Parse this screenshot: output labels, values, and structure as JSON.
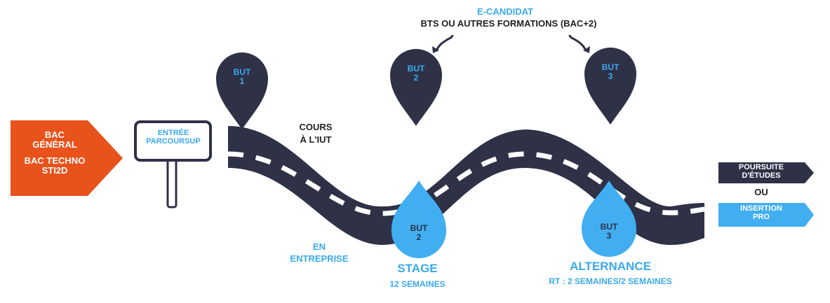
{
  "colors": {
    "road": "#2f3147",
    "accent_blue": "#41aef2",
    "bac_orange": "#e8521b",
    "dash": "#ffffff"
  },
  "bac": {
    "line1": "BAC",
    "line2": "GÉNÉRAL",
    "line3": "BAC TECHNO",
    "line4": "STI2D"
  },
  "sign": {
    "line1": "ENTRÉE",
    "line2": "PARCOURSUP"
  },
  "pins": {
    "but1": {
      "l1": "BUT",
      "l2": "1"
    },
    "but2": {
      "l1": "BUT",
      "l2": "2"
    },
    "but3": {
      "l1": "BUT",
      "l2": "3"
    }
  },
  "drops": {
    "but2": {
      "l1": "BUT",
      "l2": "2"
    },
    "but3": {
      "l1": "BUT",
      "l2": "3"
    }
  },
  "top": {
    "ecandidat": "E-CANDIDAT",
    "bts": "BTS OU AUTRES FORMATIONS (BAC+2)"
  },
  "cours": {
    "l1": "COURS",
    "l2": "À L'IUT"
  },
  "entreprise": {
    "l1": "EN",
    "l2": "ENTREPRISE"
  },
  "stage": {
    "title": "STAGE",
    "sub": "12 SEMAINES"
  },
  "alternance": {
    "title": "ALTERNANCE",
    "sub": "RT : 2 SEMAINES/2 SEMAINES"
  },
  "outcomes": {
    "poursuite_l1": "POURSUITE",
    "poursuite_l2": "D'ÉTUDES",
    "ou": "OU",
    "insertion_l1": "INSERTION",
    "insertion_l2": "PRO"
  }
}
